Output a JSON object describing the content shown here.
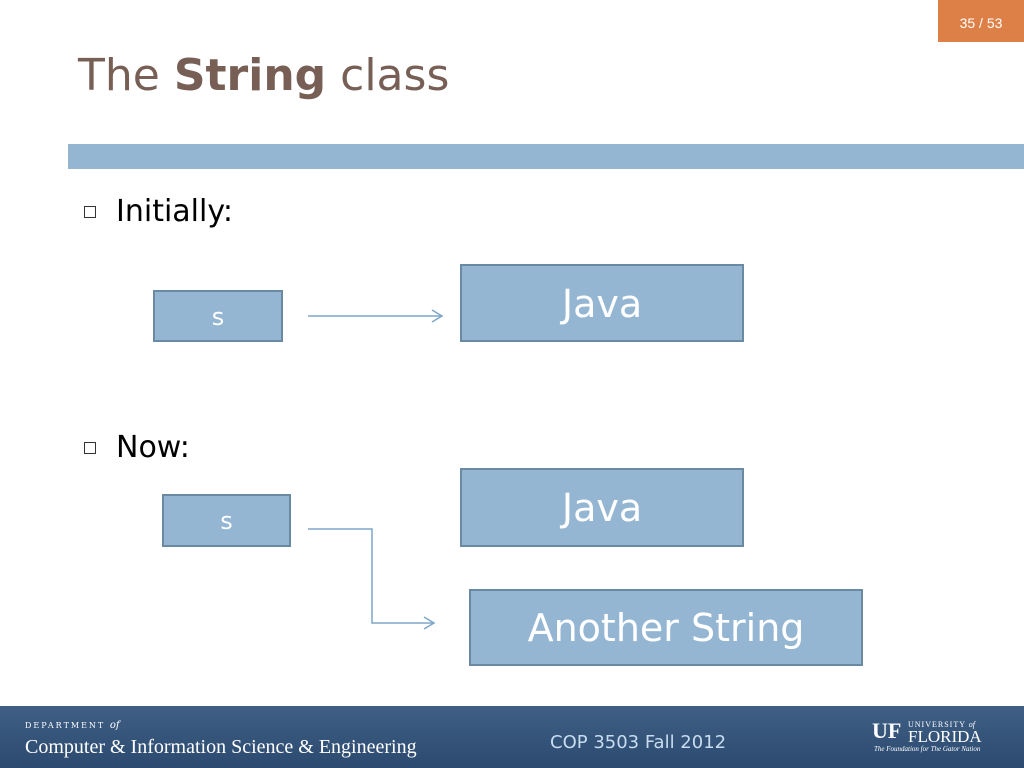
{
  "slide_number": "35 / 53",
  "title": {
    "prefix": "The ",
    "bold": "String",
    "suffix": " class"
  },
  "bullets": [
    {
      "text": "Initially:"
    },
    {
      "text": "Now:"
    }
  ],
  "diagram": {
    "initially": {
      "var_label": "s",
      "object_label": "Java"
    },
    "now": {
      "var_label": "s",
      "old_object_label": "Java",
      "new_object_label": "Another String"
    }
  },
  "footer": {
    "department_small": "DEPARTMENT",
    "department_of": "of",
    "department_name": "Computer & Information Science & Engineering",
    "course": "COP 3503 Fall 2012",
    "logo": {
      "mark": "UF",
      "university": "UNIVERSITY",
      "of": "of",
      "florida": "FLORIDA",
      "tagline": "The Foundation for The Gator Nation"
    }
  },
  "colors": {
    "accent": "#dd8047",
    "title": "#775f55",
    "box_fill": "#94b6d2",
    "box_border": "#6a8aa4",
    "arrow": "#7ea6c8",
    "footer": "#33527a"
  }
}
